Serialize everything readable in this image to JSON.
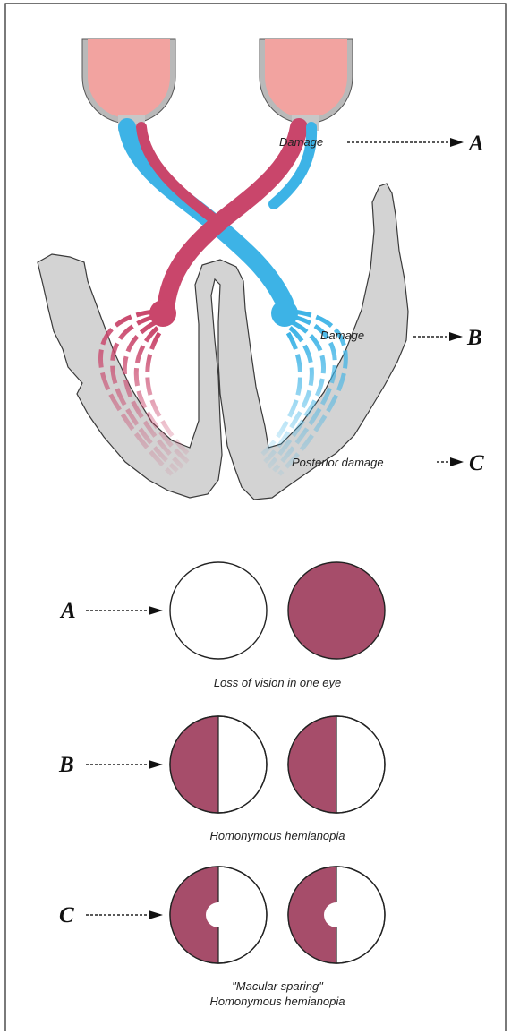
{
  "colors": {
    "left_pathway": "#c9466b",
    "right_pathway": "#3db3e6",
    "cortex": "#d3d3d3",
    "eye": "#f2a3a0",
    "field_loss": "#a64d6a",
    "border": "#222222"
  },
  "pathway_labels": {
    "a_damage": "Damage",
    "a_letter": "A",
    "b_damage": "Damage",
    "b_letter": "B",
    "c_damage": "Posterior damage",
    "c_letter": "C"
  },
  "visual_fields": [
    {
      "letter": "A",
      "pattern": "one-eye-loss",
      "caption_lines": [
        "Loss of vision in one eye"
      ]
    },
    {
      "letter": "B",
      "pattern": "left-half-loss",
      "caption_lines": [
        "Homonymous hemianopia"
      ]
    },
    {
      "letter": "C",
      "pattern": "left-half-loss-macular-sparing",
      "caption_lines": [
        "\"Macular sparing\"",
        "Homonymous hemianopia"
      ]
    }
  ]
}
